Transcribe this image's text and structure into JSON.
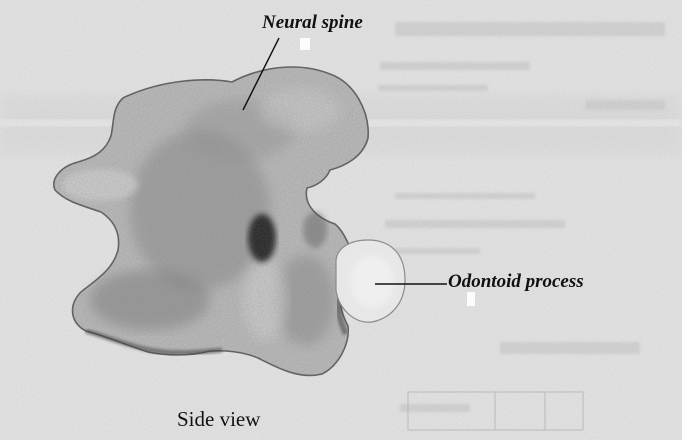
{
  "diagram": {
    "labels": {
      "neural_spine": "Neural spine",
      "odontoid_process": "Odontoid process"
    },
    "caption": "Side view"
  }
}
